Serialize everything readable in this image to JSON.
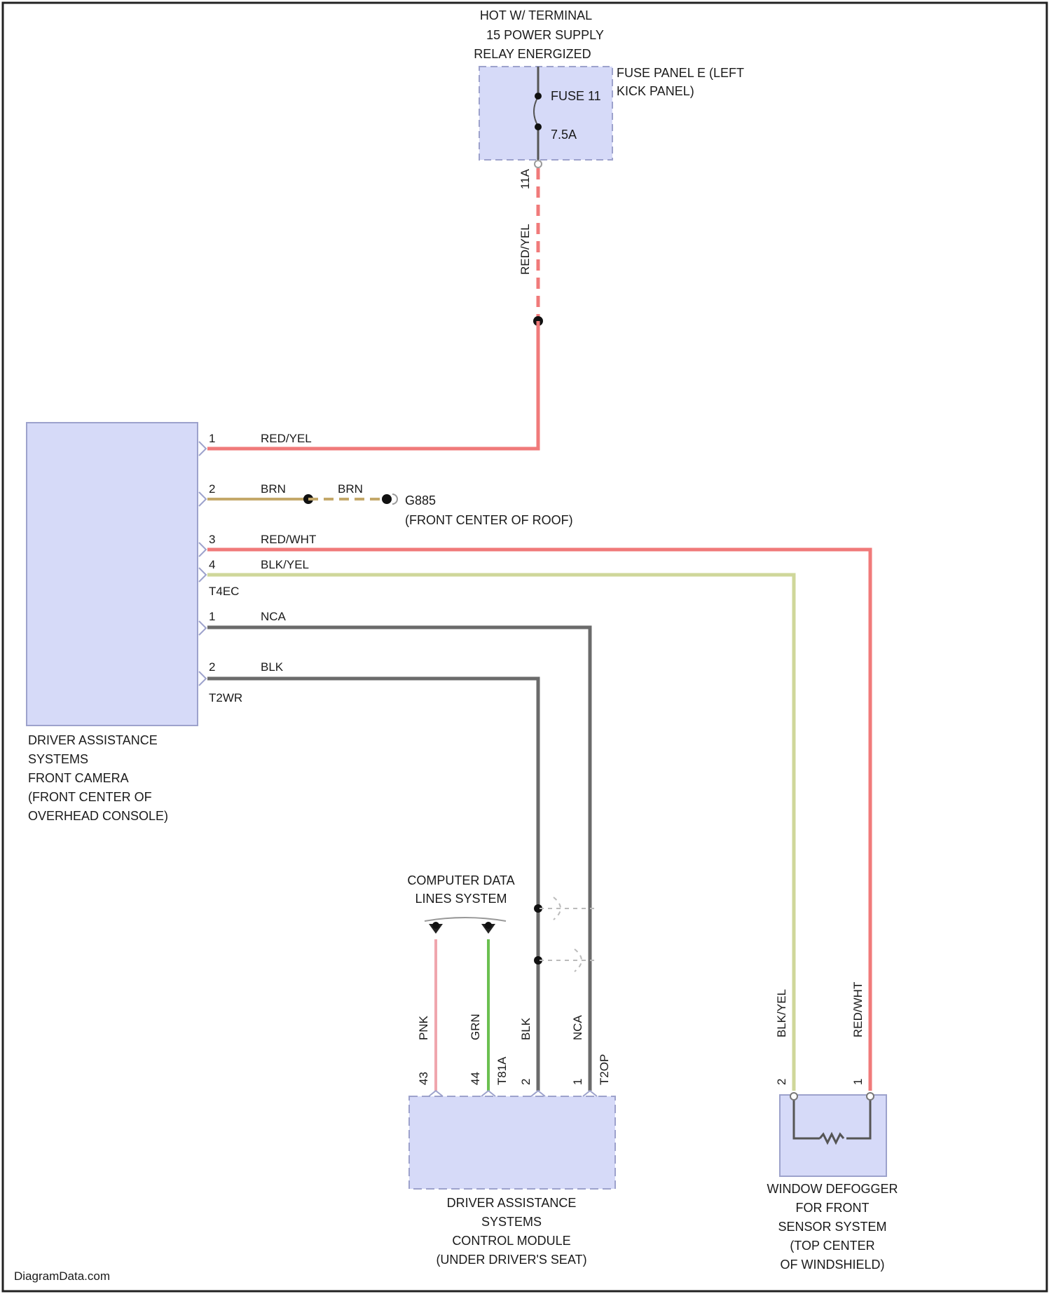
{
  "hot_terminal": [
    "HOT W/ TERMINAL",
    "15 POWER SUPPLY",
    "RELAY ENERGIZED"
  ],
  "fuse_panel": [
    "FUSE PANEL E (LEFT",
    "KICK PANEL)"
  ],
  "fuse": {
    "name": "FUSE 11",
    "rating": "7.5A",
    "pin": "11A"
  },
  "front_camera": {
    "caption": [
      "DRIVER ASSISTANCE",
      "SYSTEMS",
      "FRONT CAMERA",
      "(FRONT CENTER OF",
      "OVERHEAD CONSOLE)"
    ],
    "connector_a": "T4EC",
    "connector_b": "T2WR"
  },
  "ground": {
    "name": "G885",
    "location": "(FRONT CENTER OF ROOF)"
  },
  "wires": {
    "w1": {
      "pin": "1",
      "color_label": "RED/YEL"
    },
    "w2": {
      "pin": "2",
      "color_label": "BRN",
      "color_label_2": "BRN"
    },
    "w3": {
      "pin": "3",
      "color_label": "RED/WHT"
    },
    "w4": {
      "pin": "4",
      "color_label": "BLK/YEL"
    },
    "w5": {
      "pin": "1",
      "color_label": "NCA"
    },
    "w6": {
      "pin": "2",
      "color_label": "BLK"
    }
  },
  "data_lines": [
    "COMPUTER DATA",
    "LINES SYSTEM"
  ],
  "control_module": {
    "caption": [
      "DRIVER ASSISTANCE",
      "SYSTEMS",
      "CONTROL MODULE",
      "(UNDER DRIVER'S SEAT)"
    ],
    "connector_a": "T81A",
    "connector_b": "T2OP",
    "wires": [
      {
        "pin": "43",
        "color_label": "PNK"
      },
      {
        "pin": "44",
        "color_label": "GRN"
      },
      {
        "pin": "2",
        "color_label": "BLK"
      },
      {
        "pin": "1",
        "color_label": "NCA"
      }
    ]
  },
  "defogger": {
    "caption": [
      "WINDOW DEFOGGER",
      "FOR FRONT",
      "SENSOR SYSTEM",
      "(TOP CENTER",
      "OF WINDSHIELD)"
    ],
    "wires": [
      {
        "pin": "2",
        "color_label": "BLK/YEL"
      },
      {
        "pin": "1",
        "color_label": "RED/WHT"
      }
    ]
  },
  "footer": "DiagramData.com",
  "colors": {
    "component_fill": "#d6daf8",
    "component_stroke": "#9da2cc",
    "red": "#f07a7a",
    "brown": "#c4a86a",
    "yellow": "#cfd79a",
    "gray": "#6b6b6b",
    "pink": "#f0a6ae",
    "green": "#6bc050"
  }
}
